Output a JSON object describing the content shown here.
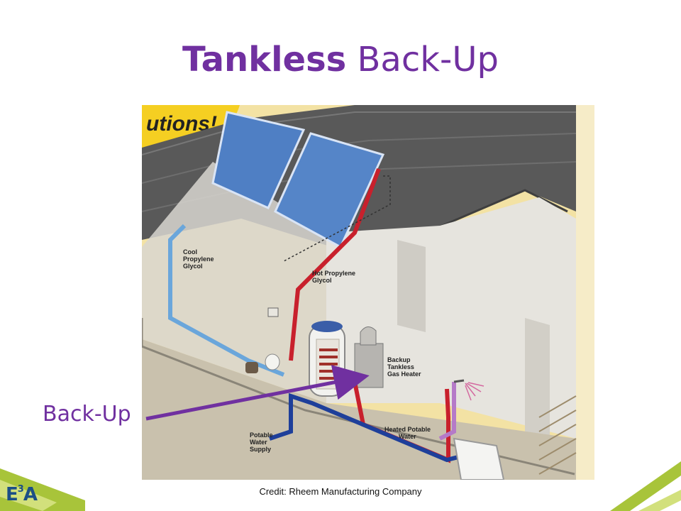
{
  "slide": {
    "title_bold": "Tankless",
    "title_rest": " Back-Up",
    "callout_label": "Back-Up",
    "credit": "Credit: Rheem Manufacturing Company",
    "logo": {
      "main": "E",
      "sup": "3",
      "tail": "A"
    }
  },
  "diagram": {
    "banner_text": "utions!",
    "labels": {
      "cool_glycol": [
        "Cool",
        "Propylene",
        "Glycol"
      ],
      "hot_glycol": [
        "Hot Propylene",
        "Glycol"
      ],
      "backup_heater": [
        "Backup",
        "Tankless",
        "Gas Heater"
      ],
      "heated_water": [
        "Heated Potable",
        "Water"
      ],
      "potable_supply": [
        "Potable",
        "Water",
        "Supply"
      ]
    }
  },
  "colors": {
    "title": "#7030a0",
    "hot_pipe": "#c8202c",
    "cool_pipe": "#1e3f9a",
    "glycol_cool_pipe": "#6aa6db",
    "roof": "#5a5a5a",
    "panel": "#4f7fc4",
    "background_yellow": "#f3e2a4",
    "accent_green": "#a8c43a"
  }
}
